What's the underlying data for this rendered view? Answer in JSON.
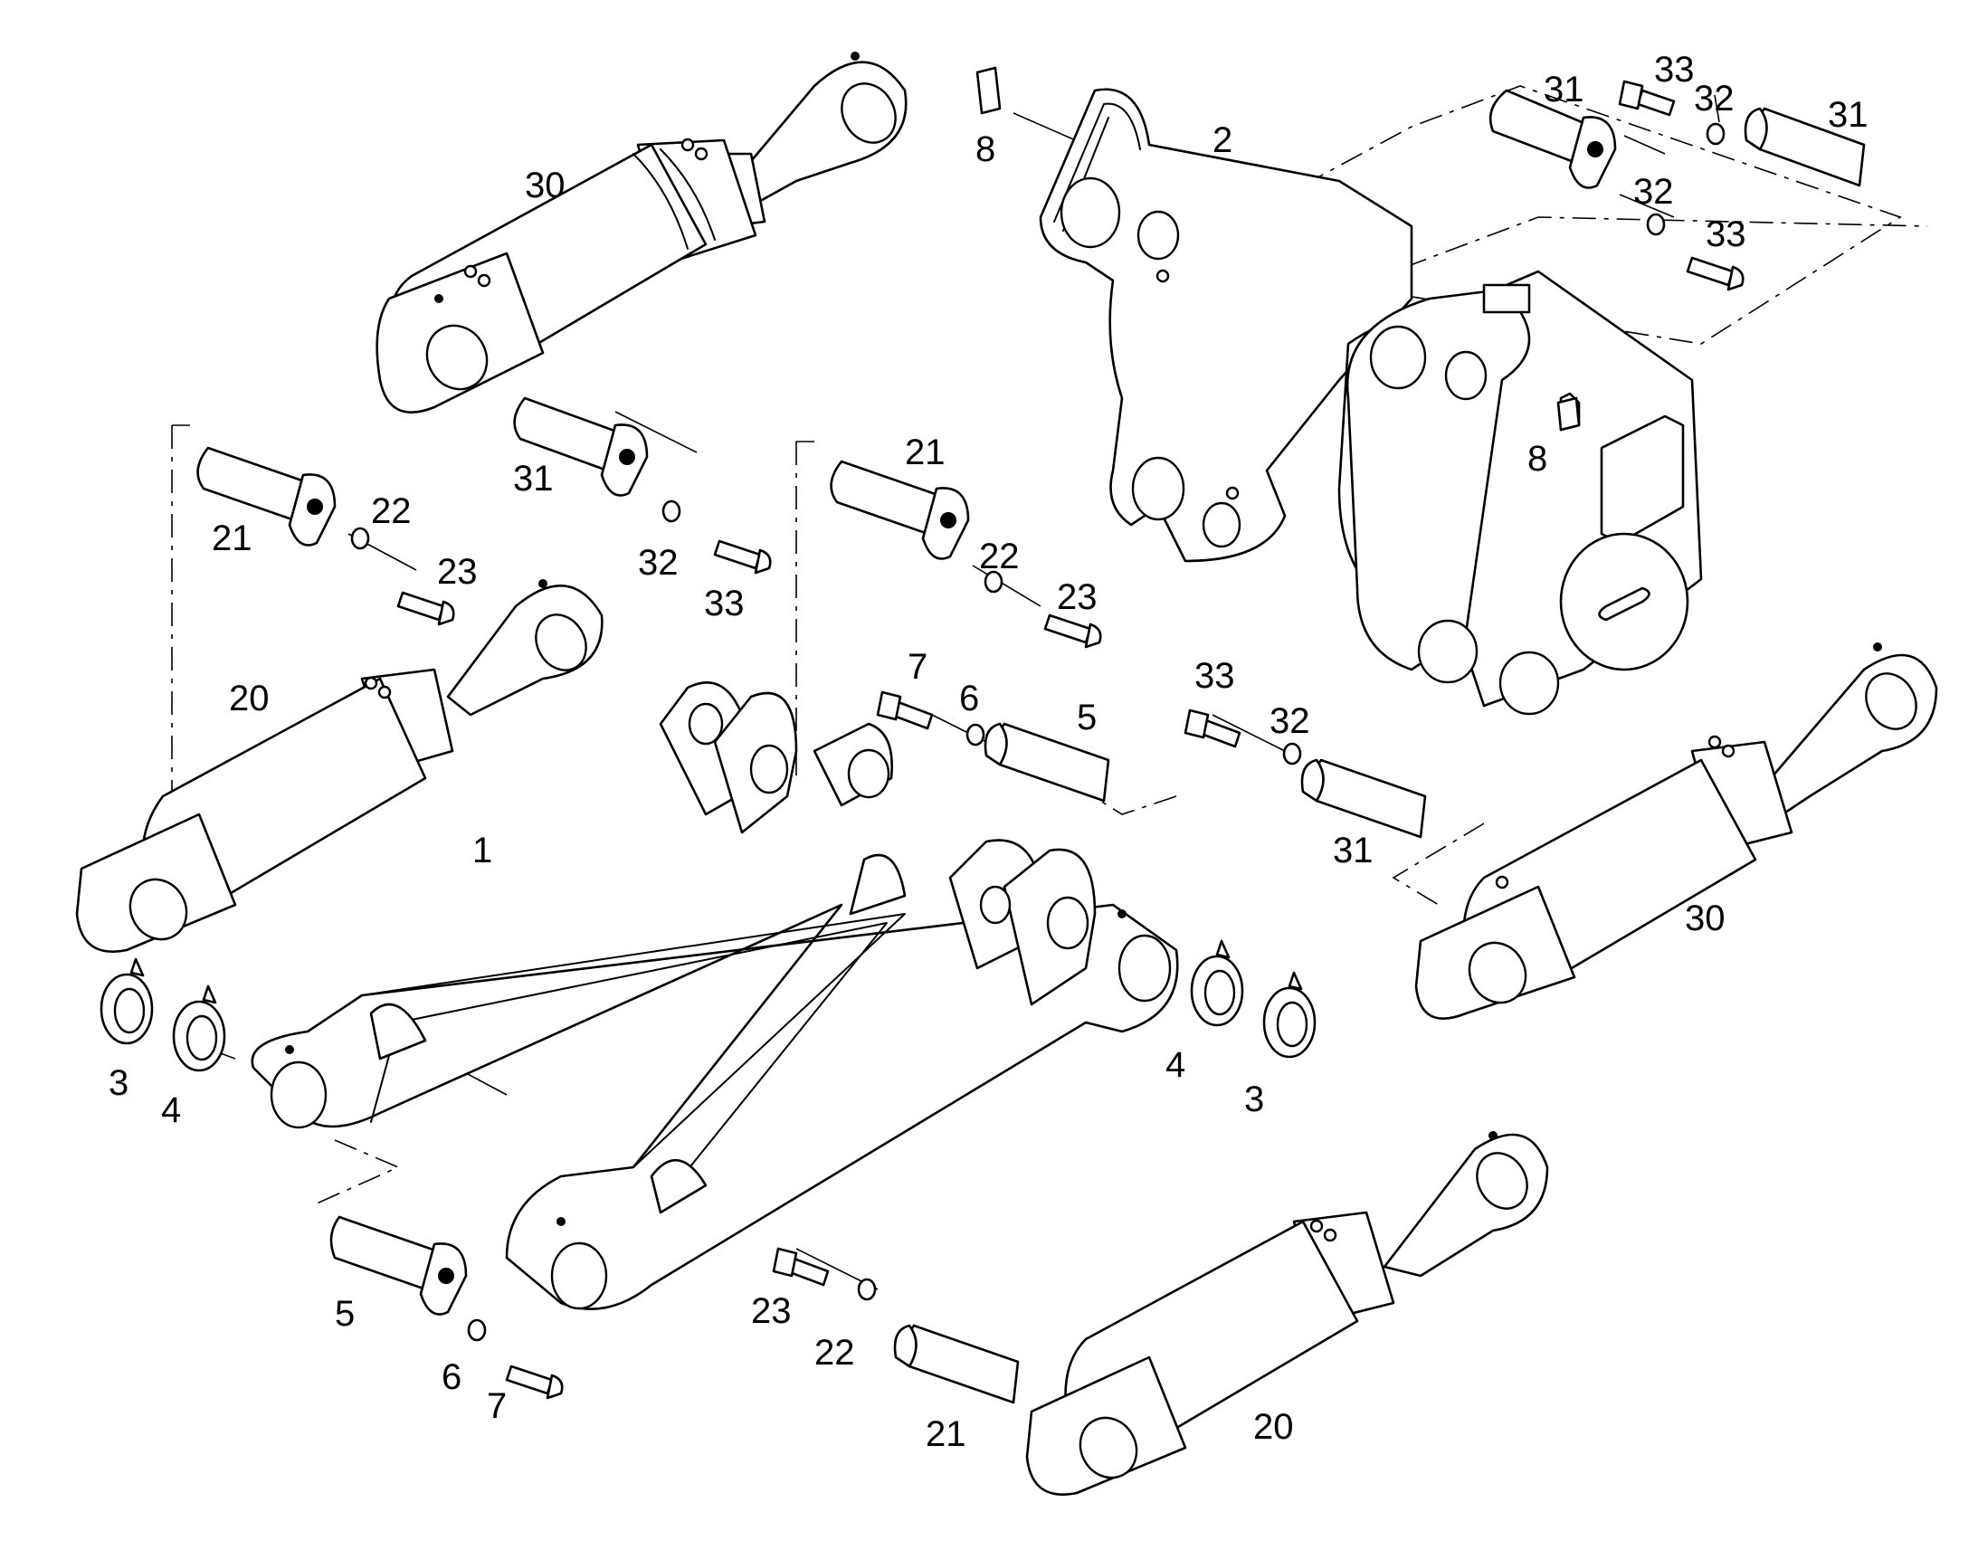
{
  "callouts": {
    "c1": "1",
    "c2": "2",
    "c3a": "3",
    "c3b": "3",
    "c4a": "4",
    "c4b": "4",
    "c5a": "5",
    "c5b": "5",
    "c6a": "6",
    "c6b": "6",
    "c7a": "7",
    "c7b": "7",
    "c8a": "8",
    "c8b": "8",
    "c20a": "20",
    "c20b": "20",
    "c21a": "21",
    "c21b": "21",
    "c21c": "21",
    "c22a": "22",
    "c22b": "22",
    "c22c": "22",
    "c23a": "23",
    "c23b": "23",
    "c23c": "23",
    "c30a": "30",
    "c30b": "30",
    "c31a": "31",
    "c31b": "31",
    "c31c": "31",
    "c31d": "31",
    "c32a": "32",
    "c32b": "32",
    "c32c": "32",
    "c32d": "32",
    "c33a": "33",
    "c33b": "33",
    "c33c": "33",
    "c33d": "33"
  },
  "colors": {
    "line": "#000000",
    "background": "#ffffff"
  }
}
